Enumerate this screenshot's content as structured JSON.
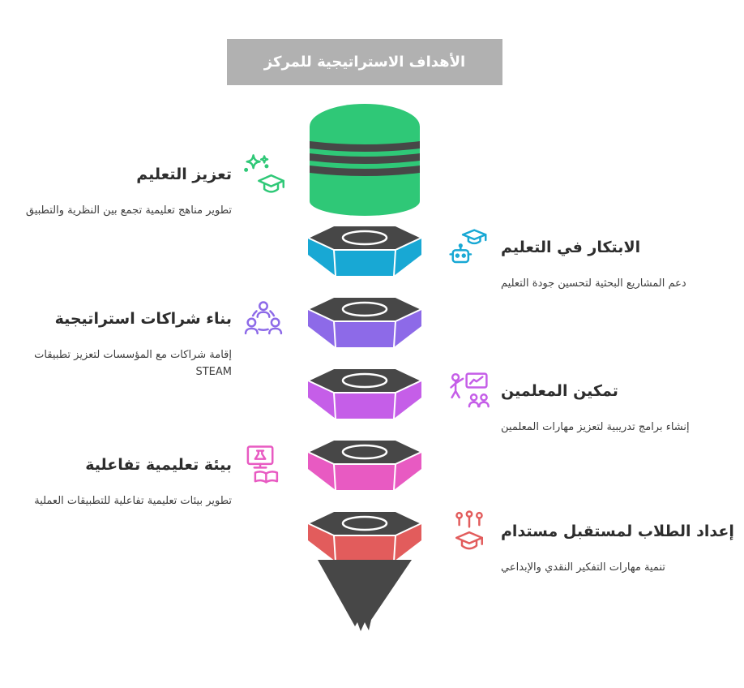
{
  "title": "الأهداف الاستراتيجية للمركز",
  "colors": {
    "title_bar_bg": "#b1b1b1",
    "title_text": "#ffffff",
    "pencil_dark": "#474747",
    "heading_text": "#2d2d2d",
    "description_text": "#3d3d3d"
  },
  "items": [
    {
      "side": "left",
      "title": "تعزيز التعليم",
      "description": "تطوير مناهج تعليمية تجمع بين النظرية والتطبيق",
      "color": "#2fc877",
      "icon": "sparkles-graduation-icon"
    },
    {
      "side": "right",
      "title": "الابتكار في التعليم",
      "description": "دعم المشاريع البحثية لتحسين جودة التعليم",
      "color": "#18a8d4",
      "icon": "graduation-robot-icon"
    },
    {
      "side": "left",
      "title": "بناء شراكات استراتيجية",
      "description": "إقامة شراكات مع المؤسسات لتعزيز تطبيقات STEAM",
      "color": "#8d6ae8",
      "icon": "people-network-icon"
    },
    {
      "side": "right",
      "title": "تمكين المعلمين",
      "description": "إنشاء برامج تدريبية لتعزيز مهارات المعلمين",
      "color": "#c55ee8",
      "icon": "teacher-presentation-icon"
    },
    {
      "side": "left",
      "title": "بيئة تعليمية تفاعلية",
      "description": "تطوير بيئات تعليمية تفاعلية للتطبيقات العملية",
      "color": "#e85ac2",
      "icon": "screen-book-icon"
    },
    {
      "side": "right",
      "title": "إعداد الطلاب لمستقبل مستدام",
      "description": "تنمية مهارات التفكير النقدي والإبداعي",
      "color": "#e25c5c",
      "icon": "plants-graduation-icon"
    }
  ]
}
